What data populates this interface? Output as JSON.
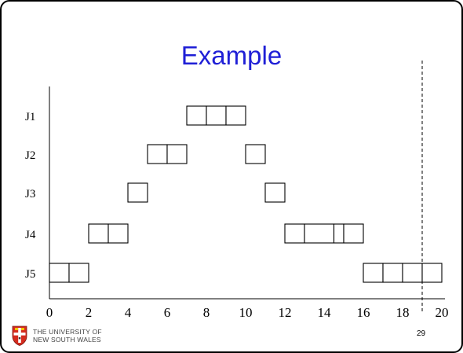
{
  "slide": {
    "title": "Example",
    "page_number": "29",
    "footer_line1": "THE UNIVERSITY OF",
    "footer_line2": "NEW SOUTH WALES",
    "title_color": "#1f1fd6"
  },
  "chart_data": {
    "type": "gantt",
    "title": "Example",
    "xlim": [
      0,
      20
    ],
    "x_ticks": [
      0,
      2,
      4,
      6,
      8,
      10,
      12,
      14,
      16,
      18,
      20
    ],
    "rows": [
      "J1",
      "J2",
      "J3",
      "J4",
      "J5"
    ],
    "deadline": 19,
    "jobs": [
      {
        "name": "J1",
        "segments": [
          [
            7,
            8
          ],
          [
            8,
            9
          ],
          [
            9,
            10
          ]
        ]
      },
      {
        "name": "J2",
        "segments": [
          [
            5,
            6
          ],
          [
            6,
            7
          ],
          [
            10,
            11
          ]
        ]
      },
      {
        "name": "J3",
        "segments": [
          [
            4,
            5
          ],
          [
            11,
            12
          ]
        ]
      },
      {
        "name": "J4",
        "segments": [
          [
            2,
            3
          ],
          [
            3,
            4
          ],
          [
            12,
            13
          ],
          [
            13,
            14.5
          ],
          [
            14.5,
            15
          ],
          [
            15,
            16
          ]
        ]
      },
      {
        "name": "J5",
        "segments": [
          [
            0,
            1
          ],
          [
            1,
            2
          ],
          [
            16,
            17
          ],
          [
            17,
            18
          ],
          [
            18,
            19
          ],
          [
            19,
            20
          ]
        ]
      }
    ]
  }
}
